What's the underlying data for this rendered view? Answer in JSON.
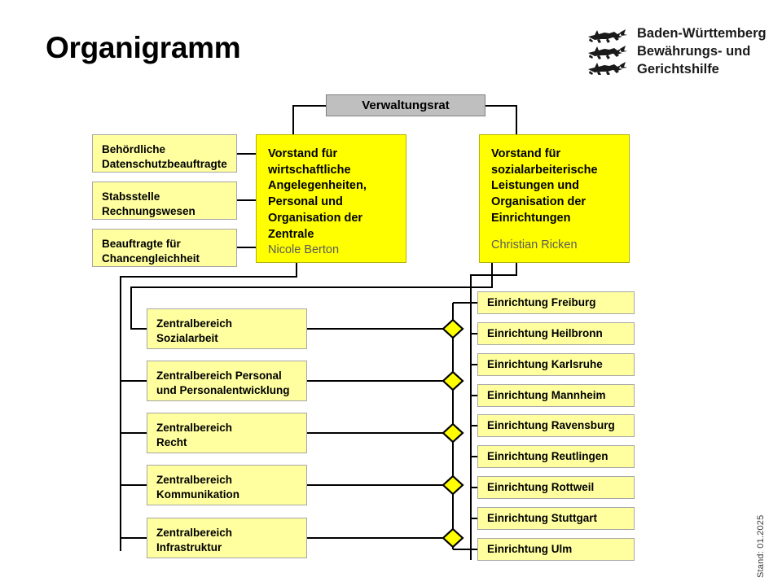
{
  "page": {
    "title": "Organigramm",
    "stamp": "Stand: 01.2025"
  },
  "logo": {
    "icon": "baden-wuerttemberg-three-lions-crest",
    "line1": "Baden-Württemberg",
    "line2": "Bewährungs- und",
    "line3": "Gerichtshilfe"
  },
  "colors": {
    "council_fill": "#bfbfbf",
    "board_fill": "#ffff00",
    "pale_fill": "#ffffa0",
    "diamond_fill": "#ffff00",
    "line": "#000000",
    "person_text": "#5b5b5b"
  },
  "chart": {
    "council": {
      "label": "Verwaltungsrat"
    },
    "boards": [
      {
        "label": "Vorstand für\nwirtschaftliche\nAngelegenheiten,\nPersonal und\nOrganisation der\nZentrale",
        "person": "Nicole Berton"
      },
      {
        "label": "Vorstand für\nsozialarbeiterische\nLeistungen und\nOrganisation der\nEinrichtungen",
        "person": "Christian Ricken"
      }
    ],
    "staff_units": [
      {
        "label": "Behördliche\nDatenschutzbeauftragte"
      },
      {
        "label": "Stabsstelle\nRechnungswesen"
      },
      {
        "label": "Beauftragte für\nChancengleichheit"
      }
    ],
    "central_divisions": [
      {
        "label": "Zentralbereich\nSozialarbeit"
      },
      {
        "label": "Zentralbereich Personal\nund Personalentwicklung"
      },
      {
        "label": "Zentralbereich\nRecht"
      },
      {
        "label": "Zentralbereich\nKommunikation"
      },
      {
        "label": "Zentralbereich\nInfrastruktur"
      }
    ],
    "facilities": [
      {
        "label": "Einrichtung Freiburg"
      },
      {
        "label": "Einrichtung Heilbronn"
      },
      {
        "label": "Einrichtung Karlsruhe"
      },
      {
        "label": "Einrichtung Mannheim"
      },
      {
        "label": "Einrichtung Ravensburg"
      },
      {
        "label": "Einrichtung Reutlingen"
      },
      {
        "label": "Einrichtung Rottweil"
      },
      {
        "label": "Einrichtung Stuttgart"
      },
      {
        "label": "Einrichtung Ulm"
      }
    ],
    "matrix_junctions": 5
  }
}
